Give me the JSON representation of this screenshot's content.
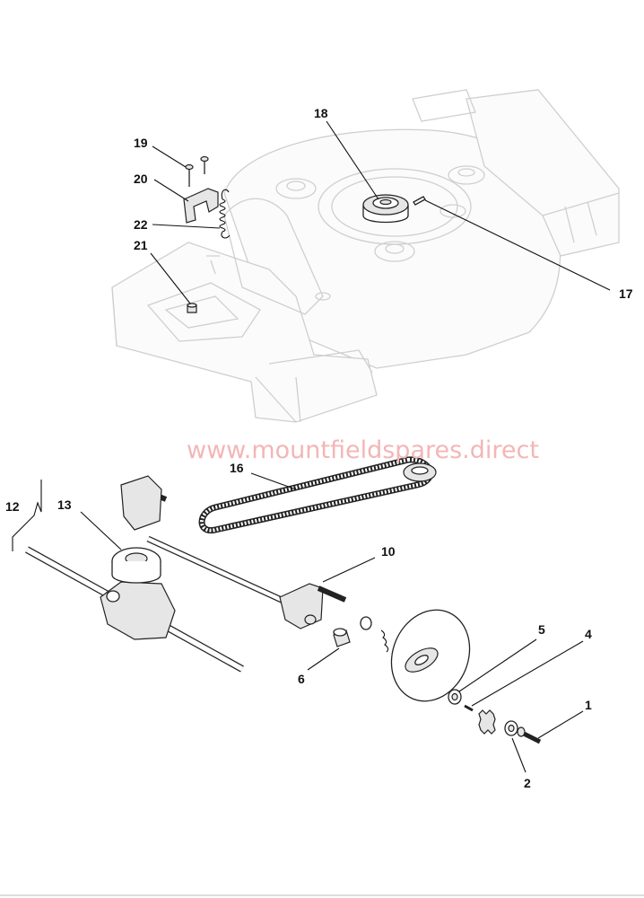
{
  "watermark": "www.mountfieldspares.direct",
  "callouts": [
    {
      "id": "c1",
      "number": "1"
    },
    {
      "id": "c2",
      "number": "2"
    },
    {
      "id": "c4",
      "number": "4"
    },
    {
      "id": "c5",
      "number": "5"
    },
    {
      "id": "c6",
      "number": "6"
    },
    {
      "id": "c10",
      "number": "10"
    },
    {
      "id": "c12",
      "number": "12"
    },
    {
      "id": "c13",
      "number": "13"
    },
    {
      "id": "c16",
      "number": "16"
    },
    {
      "id": "c17",
      "number": "17"
    },
    {
      "id": "c18",
      "number": "18"
    },
    {
      "id": "c19",
      "number": "19"
    },
    {
      "id": "c20",
      "number": "20"
    },
    {
      "id": "c21",
      "number": "21"
    },
    {
      "id": "c22",
      "number": "22"
    }
  ]
}
